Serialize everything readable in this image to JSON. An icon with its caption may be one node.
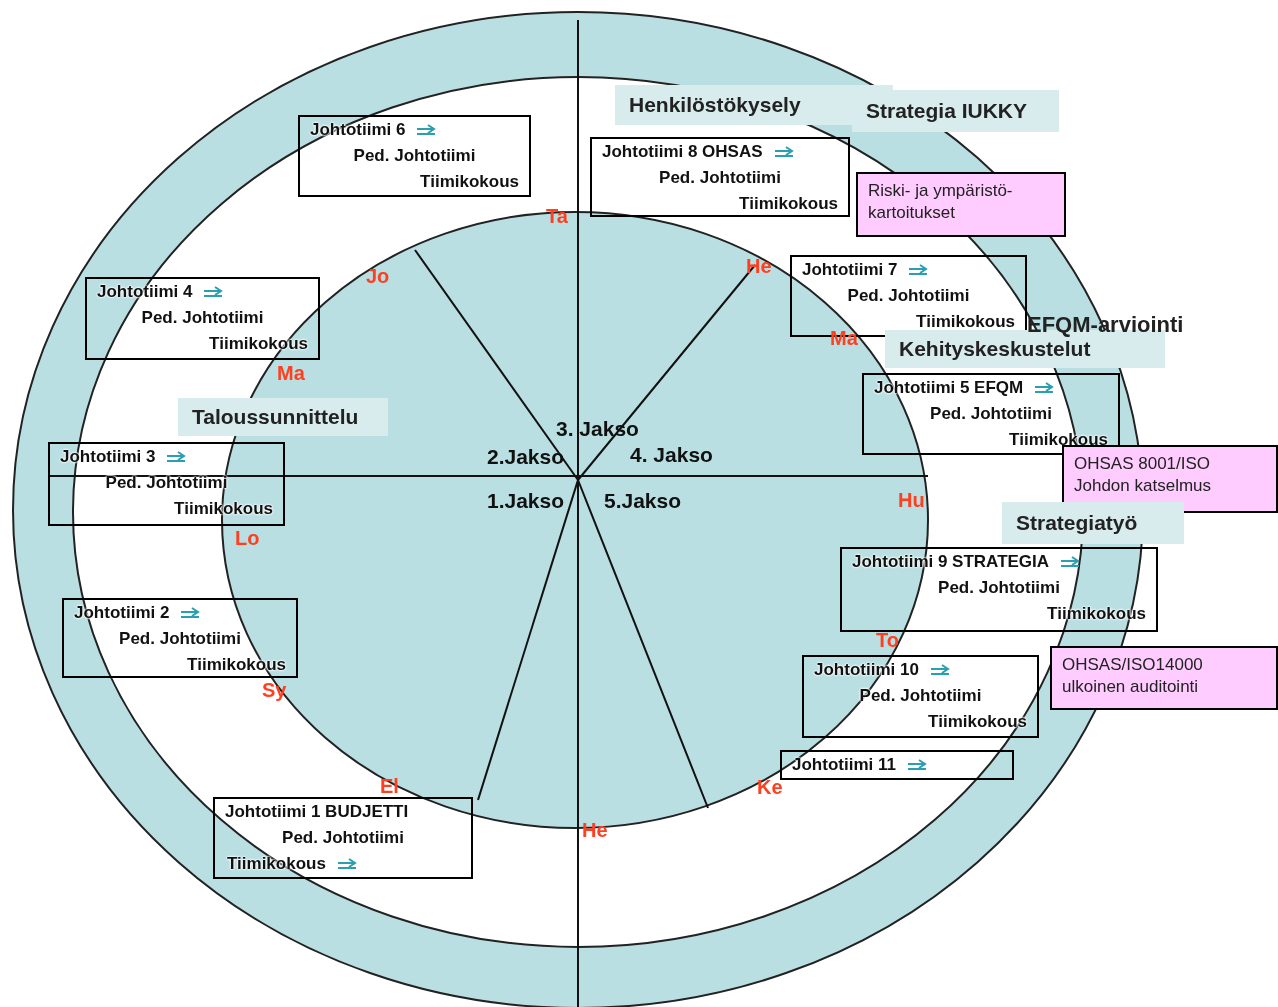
{
  "diagram": {
    "nodes": [
      {
        "text": [
          "Henkilöstökysely"
        ]
      },
      {
        "text": [
          "Strategia IUKKY"
        ]
      },
      {
        "text": [
          "Johtotiimi 6",
          "Ped. Johtotiimi",
          "Tiimikokous"
        ]
      },
      {
        "text": [
          "Johtotiimi 8 OHSAS",
          "Ped. Johtotiimi",
          "Tiimikokous"
        ]
      },
      {
        "text": [
          "Riski- ja ympäristö-kartoitukset"
        ]
      },
      {
        "text": [
          "Johtotiimi 7",
          "Ped. Johtotiimi",
          "Tiimikokous"
        ]
      },
      {
        "text": [
          "Johtotiimi 4",
          "Ped. Johtotiimi",
          "Tiimikokous"
        ]
      },
      {
        "text": [
          "Kehityskeskustelut"
        ]
      },
      {
        "text": [
          "Johtotiimi 5 EFQM",
          "Ped. Johtotiimi",
          "Tiimikokous"
        ]
      },
      {
        "text": [
          "Taloussunnittelu"
        ]
      },
      {
        "text": [
          "Johtotiimi 3",
          "Ped. Johtotiimi",
          "Tiimikokous"
        ]
      },
      {
        "text": [
          "OHSAS 8001/ISO Johdon katselmus"
        ]
      },
      {
        "text": [
          "Strategiatyö"
        ]
      },
      {
        "text": [
          "Johtotiimi 9 STRATEGIA",
          "Ped. Johtotiimi",
          "Tiimikokous"
        ]
      },
      {
        "text": [
          "Johtotiimi 2",
          "Ped. Johtotiimi",
          "Tiimikokous"
        ]
      },
      {
        "text": [
          "Johtotiimi 10",
          "Ped. Johtotiimi",
          "Tiimikokous"
        ]
      },
      {
        "text": [
          "OHSAS/ISO14000 ulkoinen auditointi"
        ]
      },
      {
        "text": [
          "Johtotiimi 11"
        ]
      },
      {
        "text": [
          "Johtotiimi 1 BUDJETTI",
          "Ped. Johtotiimi",
          "Tiimikokous"
        ]
      }
    ],
    "labels": [
      "Ta",
      "He",
      "Jo",
      "EFQM-arviointi",
      "Ma",
      "Ma",
      "3. Jakso",
      "2.Jakso",
      "4. Jakso",
      "1.Jakso",
      "5.Jakso",
      "Hu",
      "Lo",
      "To",
      "Sy",
      "El",
      "Ke",
      "He"
    ]
  }
}
